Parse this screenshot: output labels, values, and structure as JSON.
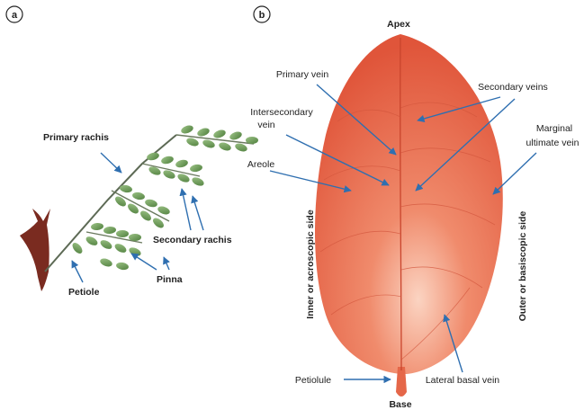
{
  "panels": {
    "a": "a",
    "b": "b"
  },
  "panel_a": {
    "labels": {
      "primary_rachis": "Primary rachis",
      "secondary_rachis": "Secondary rachis",
      "pinna": "Pinna",
      "petiole": "Petiole"
    }
  },
  "panel_b": {
    "labels": {
      "apex": "Apex",
      "primary_vein": "Primary vein",
      "secondary_veins": "Secondary veins",
      "intersecondary_vein_1": "Intersecondary",
      "intersecondary_vein_2": "vein",
      "marginal_1": "Marginal",
      "marginal_2": "ultimate vein",
      "areole": "Areole",
      "inner_side": "Inner or acroscopic side",
      "outer_side": "Outer or basiscopic side",
      "petiolule": "Petiolule",
      "lateral_basal_vein": "Lateral basal vein",
      "base": "Base"
    }
  },
  "colors": {
    "arrow": "#2f6fb0",
    "leaf_light": "#f6b7a0",
    "leaf_dark": "#e2573c",
    "leaflet": "#6f9e5a",
    "stem": "#7a2b20"
  }
}
